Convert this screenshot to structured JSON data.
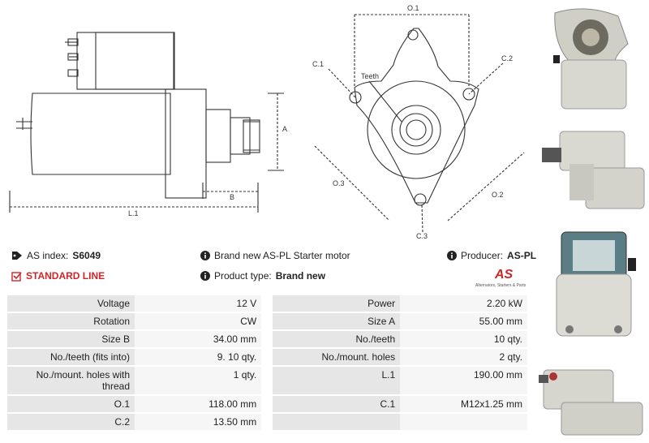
{
  "diagram": {
    "side_labels": {
      "a": "A",
      "b": "B",
      "l1": "L.1"
    },
    "front_labels": {
      "o1": "O.1",
      "o2": "O.2",
      "o3": "O.3",
      "c1": "C.1",
      "c2": "C.2",
      "c3": "C.3",
      "teeth": "Teeth"
    }
  },
  "info": {
    "as_index_label": "AS index:",
    "as_index_value": "S6049",
    "standard_line": "STANDARD LINE",
    "brand_text": "Brand new AS-PL Starter motor",
    "product_type_label": "Product type:",
    "product_type_value": "Brand new",
    "producer_label": "Producer:",
    "producer_value": "AS-PL"
  },
  "logo": {
    "mark": "AS",
    "tagline": "Alternators, Starters & Parts"
  },
  "specs": [
    [
      "Voltage",
      "12 V",
      "Power",
      "2.20 kW"
    ],
    [
      "Rotation",
      "CW",
      "Size A",
      "55.00 mm"
    ],
    [
      "Size B",
      "34.00 mm",
      "No./teeth",
      "10 qty."
    ],
    [
      "No./teeth (fits into)",
      "9. 10 qty.",
      "No./mount. holes",
      "2 qty."
    ],
    [
      "No./mount. holes with thread",
      "1 qty.",
      "L.1",
      "190.00 mm"
    ],
    [
      "O.1",
      "118.00 mm",
      "C.1",
      "M12x1.25 mm"
    ],
    [
      "C.2",
      "13.50 mm",
      "",
      ""
    ]
  ],
  "colors": {
    "accent": "#d0262a",
    "key_bg": "#e6e6e6",
    "val_bg": "#f6f6f6"
  }
}
